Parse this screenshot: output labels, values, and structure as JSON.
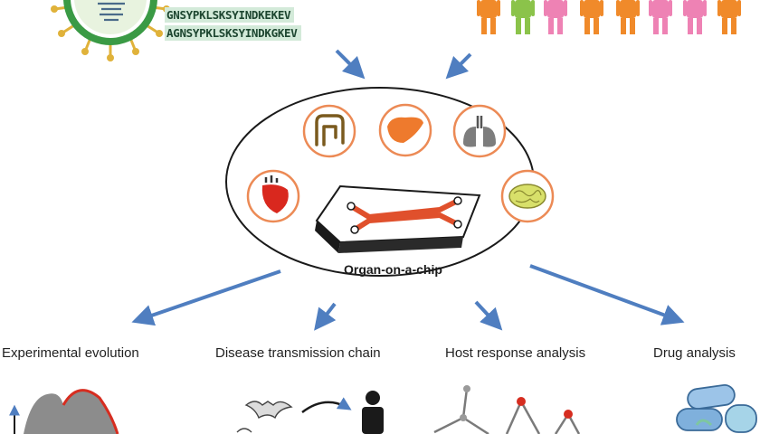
{
  "sequences": [
    "GNSYPKLSKSYINDKEKEV",
    "AGNSYPKLSKSYINDKGKEV"
  ],
  "center_label": "Organ-on-a-chip",
  "applications": [
    {
      "label": "Experimental evolution"
    },
    {
      "label": "Disease transmission chain"
    },
    {
      "label": "Host response analysis"
    },
    {
      "label": "Drug analysis"
    }
  ],
  "organ_icons": [
    "intestine-icon",
    "liver-icon",
    "lungs-icon",
    "heart-icon",
    "brain-icon"
  ],
  "people_colors": [
    "#f08a2a",
    "#8bc34a",
    "#ee82b4",
    "#f08a2a",
    "#f08a2a",
    "#ee82b4",
    "#ee82b4",
    "#f08a2a"
  ],
  "colors": {
    "arrow": "#4f7ec0",
    "organ_ring": "#ec8a55",
    "chip_channel": "#e0502c",
    "virus_green": "#3a9a45",
    "virus_spike": "#e0b23a"
  }
}
